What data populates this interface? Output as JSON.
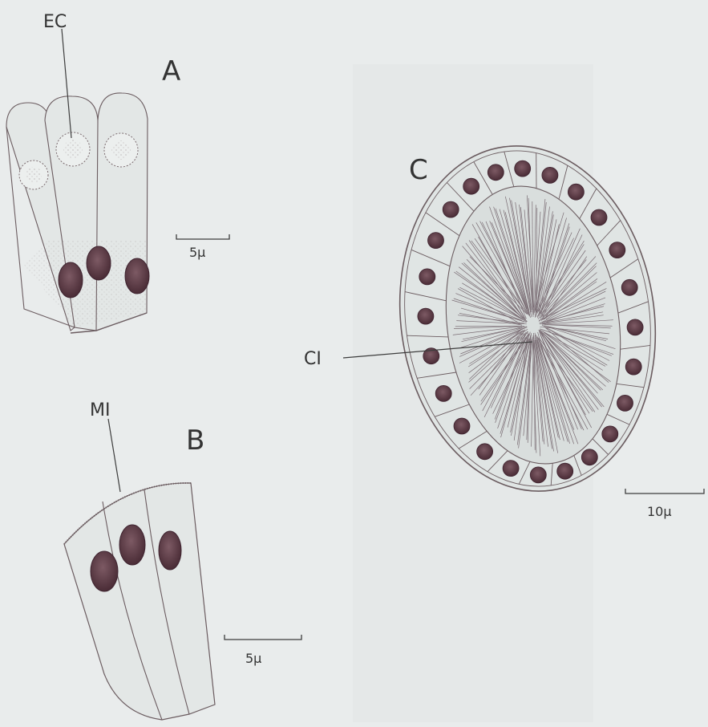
{
  "panels": {
    "a": {
      "letter": "A",
      "pointer_label": "EC",
      "scale_label": "5μ"
    },
    "b": {
      "letter": "B",
      "pointer_label": "MI",
      "scale_label": "5μ"
    },
    "c": {
      "letter": "C",
      "pointer_label": "CI",
      "scale_label": "10μ"
    }
  },
  "colors": {
    "background": "#e9ecec",
    "cell_fill": "#dfe4e3",
    "outline": "#5a4a4e",
    "nucleus": "#5b3a44",
    "label": "#333333"
  }
}
